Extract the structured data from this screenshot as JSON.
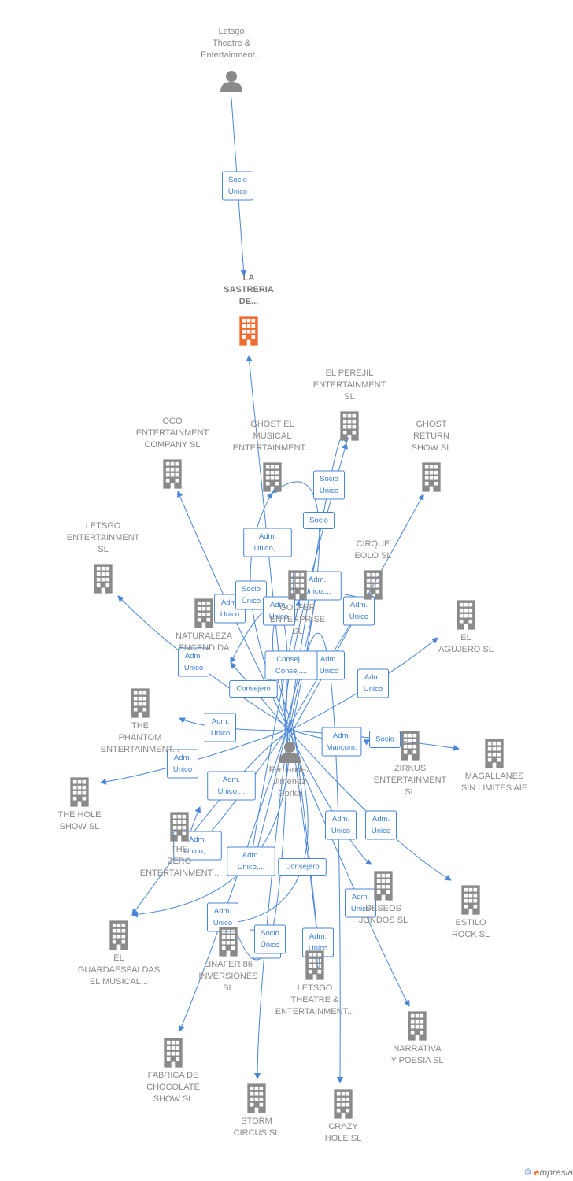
{
  "colors": {
    "edge": "#4a86d8",
    "node_gray": "#8a8a8a",
    "node_main": "#f26a2e",
    "label": "#888888"
  },
  "nodes": [
    {
      "id": "letsgo_theatre_top",
      "type": "person",
      "label": [
        "Letsgo",
        "Theatre &",
        "Entertainment..."
      ]
    },
    {
      "id": "sastreria",
      "type": "company",
      "main": true,
      "label": [
        "LA",
        "SASTRERIA",
        "DE..."
      ]
    },
    {
      "id": "perejil",
      "type": "company",
      "label": [
        "EL PEREJIL",
        "ENTERTAINMENT",
        "SL"
      ]
    },
    {
      "id": "oco",
      "type": "company",
      "label": [
        "OCO",
        "ENTERTAINMENT",
        "COMPANY  SL"
      ]
    },
    {
      "id": "ghost_musical",
      "type": "company",
      "label": [
        "GHOST EL",
        "MUSICAL",
        "ENTERTAINMENT..."
      ]
    },
    {
      "id": "ghost_return",
      "type": "company",
      "label": [
        "GHOST",
        "RETURN",
        "SHOW  SL"
      ]
    },
    {
      "id": "letsgo_ent",
      "type": "company",
      "label": [
        "LETSGO",
        "ENTERTAINMENT",
        "SL"
      ]
    },
    {
      "id": "golfer",
      "type": "company",
      "label": [
        "GOLFER",
        "ENTERPRISE",
        "SL"
      ]
    },
    {
      "id": "cirque",
      "type": "company",
      "label": [
        "CIRQUE",
        "EOLO SL"
      ]
    },
    {
      "id": "naturaleza",
      "type": "company",
      "label": [
        "NATURALEZA",
        "ENCENDIDA"
      ]
    },
    {
      "id": "agujero",
      "type": "company",
      "label": [
        "EL",
        "AGUJERO SL"
      ]
    },
    {
      "id": "phantom",
      "type": "company",
      "label": [
        "THE",
        "PHANTOM",
        "ENTERTAINMENT..."
      ]
    },
    {
      "id": "fernandez",
      "type": "person",
      "label": [
        "Fernandez",
        "Jimenez",
        "Gorka"
      ]
    },
    {
      "id": "zirkus",
      "type": "company",
      "label": [
        "ZIRKUS",
        "ENTERTAINMENT",
        "SL"
      ]
    },
    {
      "id": "magallanes",
      "type": "company",
      "label": [
        "MAGALLANES",
        "SIN LIMITES AIE"
      ]
    },
    {
      "id": "hole_show",
      "type": "company",
      "label": [
        "THE HOLE",
        "SHOW SL"
      ]
    },
    {
      "id": "zero",
      "type": "company",
      "label": [
        "THE",
        "ZERO",
        "ENTERTAINMENT..."
      ]
    },
    {
      "id": "deseos",
      "type": "company",
      "label": [
        "DESEOS",
        "JONDOS  SL"
      ]
    },
    {
      "id": "estilo",
      "type": "company",
      "label": [
        "ESTILO",
        "ROCK  SL"
      ]
    },
    {
      "id": "guardaespaldas",
      "type": "company",
      "label": [
        "EL",
        "GUARDAESPALDAS",
        "EL MUSICAL..."
      ]
    },
    {
      "id": "linafer",
      "type": "company",
      "label": [
        "LINAFER 86",
        "INVERSIONES",
        "SL"
      ]
    },
    {
      "id": "letsgo_theatre_bottom",
      "type": "company",
      "label": [
        "LETSGO",
        "THEATRE &",
        "ENTERTAINMENT..."
      ]
    },
    {
      "id": "narrativa",
      "type": "company",
      "label": [
        "NARRATIVA",
        "Y POESIA SL"
      ]
    },
    {
      "id": "fabrica",
      "type": "company",
      "label": [
        "FABRICA DE",
        "CHOCOLATE",
        "SHOW  SL"
      ]
    },
    {
      "id": "storm",
      "type": "company",
      "label": [
        "STORM",
        "CIRCUS SL"
      ]
    },
    {
      "id": "crazy",
      "type": "company",
      "label": [
        "CRAZY",
        "HOLE SL"
      ]
    }
  ],
  "edges": [
    {
      "from": "letsgo_theatre_top",
      "to": "sastreria",
      "label": [
        "Socio",
        "Único"
      ]
    },
    {
      "from": "fernandez",
      "to": "sastreria",
      "label": [
        "Adm.",
        "Unico,..."
      ]
    },
    {
      "from": "fernandez",
      "to": "perejil",
      "label": [
        "Socio",
        "Único"
      ]
    },
    {
      "from": "fernandez",
      "to": "oco",
      "label": [
        "Adm.",
        "Unico"
      ]
    },
    {
      "from": "fernandez",
      "to": "ghost_musical",
      "label": [
        "Socio"
      ]
    },
    {
      "from": "fernandez",
      "to": "ghost_return",
      "label": [
        "Adm.",
        "Unico"
      ]
    },
    {
      "from": "fernandez",
      "to": "letsgo_ent",
      "label": [
        "Adm.",
        "Unico"
      ]
    },
    {
      "from": "fernandez",
      "to": "golfer",
      "label": [
        "Adm.",
        "Unico,..."
      ]
    },
    {
      "from": "fernandez",
      "to": "cirque",
      "label": [
        "Adm.",
        "Unico"
      ]
    },
    {
      "from": "fernandez",
      "to": "naturaleza",
      "label": [
        "Consejero"
      ]
    },
    {
      "from": "fernandez",
      "to": "agujero",
      "label": [
        "Adm.",
        "Unico"
      ]
    },
    {
      "from": "fernandez",
      "to": "phantom",
      "label": [
        "Adm.",
        "Unico"
      ]
    },
    {
      "from": "fernandez",
      "to": "zirkus",
      "label": [
        "Adm.",
        "Mancom."
      ]
    },
    {
      "from": "fernandez",
      "to": "magallanes",
      "label": [
        "Socio"
      ]
    },
    {
      "from": "fernandez",
      "to": "hole_show",
      "label": [
        "Adm.",
        "Unico"
      ]
    },
    {
      "from": "fernandez",
      "to": "zero",
      "label": [
        "Adm.",
        "Unico,..."
      ]
    },
    {
      "from": "fernandez",
      "to": "deseos",
      "label": [
        "Adm.",
        "Unico"
      ]
    },
    {
      "from": "fernandez",
      "to": "estilo",
      "label": [
        "Adm.",
        "Unico"
      ]
    },
    {
      "from": "fernandez",
      "to": "guardaespaldas",
      "label": [
        "Adm.",
        "Unico,..."
      ]
    },
    {
      "from": "fernandez",
      "to": "linafer",
      "label": [
        "Consejero"
      ]
    },
    {
      "from": "fernandez",
      "to": "letsgo_theatre_bottom",
      "label": [
        "Adm.",
        "Unico"
      ]
    },
    {
      "from": "fernandez",
      "to": "narrativa",
      "label": [
        "Adm.",
        "Unico"
      ]
    },
    {
      "from": "fernandez",
      "to": "fabrica",
      "label": [
        "Adm.",
        "Unico"
      ]
    },
    {
      "from": "fernandez",
      "to": "storm",
      "label": [
        "Socio",
        "Único"
      ]
    },
    {
      "from": "fernandez",
      "to": "crazy",
      "label": [
        "Adm.",
        "Unico"
      ]
    },
    {
      "from": "fernandez",
      "to": "ghost_musical",
      "label": [
        "Socio",
        "Único"
      ]
    },
    {
      "from": "fernandez",
      "to": "perejil",
      "label": [
        "Consej. ,",
        "Consej...."
      ]
    },
    {
      "from": "fernandez",
      "to": "cirque",
      "label": [
        "Adm.",
        "Unico"
      ]
    },
    {
      "from": "fernandez",
      "to": "naturaleza",
      "label": [
        "Adm.",
        "Unico"
      ]
    },
    {
      "from": "fernandez",
      "to": "golfer",
      "label": [
        "Adm.",
        "Unico,..."
      ]
    },
    {
      "from": "fernandez",
      "to": "linafer",
      "label": [
        "Socio",
        "Único"
      ]
    },
    {
      "from": "fernandez",
      "to": "guardaespaldas",
      "label": [
        "Adm.",
        "Unico,..."
      ]
    },
    {
      "from": "fernandez",
      "to": "letsgo_theatre_bottom",
      "label": [
        "Adm.",
        "Unico"
      ]
    }
  ],
  "footer": {
    "copyright_symbol": "©",
    "brand_first": "e",
    "brand_rest": "mpresia"
  }
}
